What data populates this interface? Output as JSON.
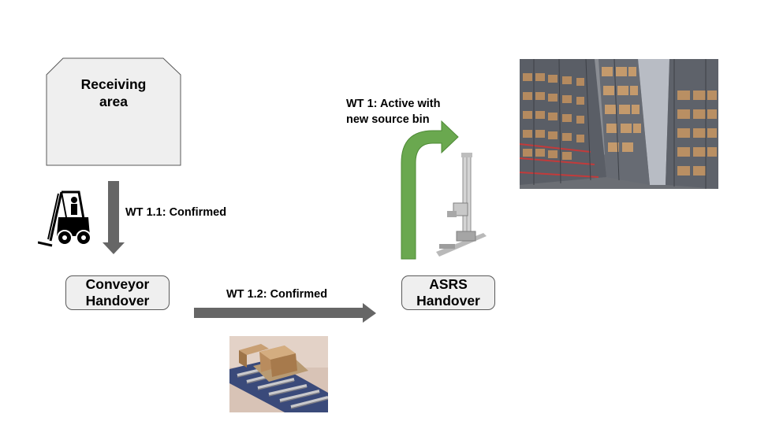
{
  "nodes": {
    "receiving_area": "Receiving\narea",
    "conveyor_handover": "Conveyor\nHandover",
    "asrs_handover": "ASRS\nHandover"
  },
  "edges": {
    "wt_1_1": "WT 1.1: Confirmed",
    "wt_1_2": "WT 1.2: Confirmed",
    "wt_1": "WT 1: Active with\nnew source bin"
  },
  "colors": {
    "gray_arrow": "#666666",
    "green_arrow": "#6aa84f",
    "node_fill": "#efefef",
    "receiving_fill": "#efefef",
    "outline": "#595959"
  },
  "icons": {
    "forklift": "forklift-icon",
    "conveyor_photo": "conveyor-boxes-photo",
    "stacker_crane": "stacker-crane-illustration",
    "warehouse_photo": "asrs-warehouse-photo"
  }
}
